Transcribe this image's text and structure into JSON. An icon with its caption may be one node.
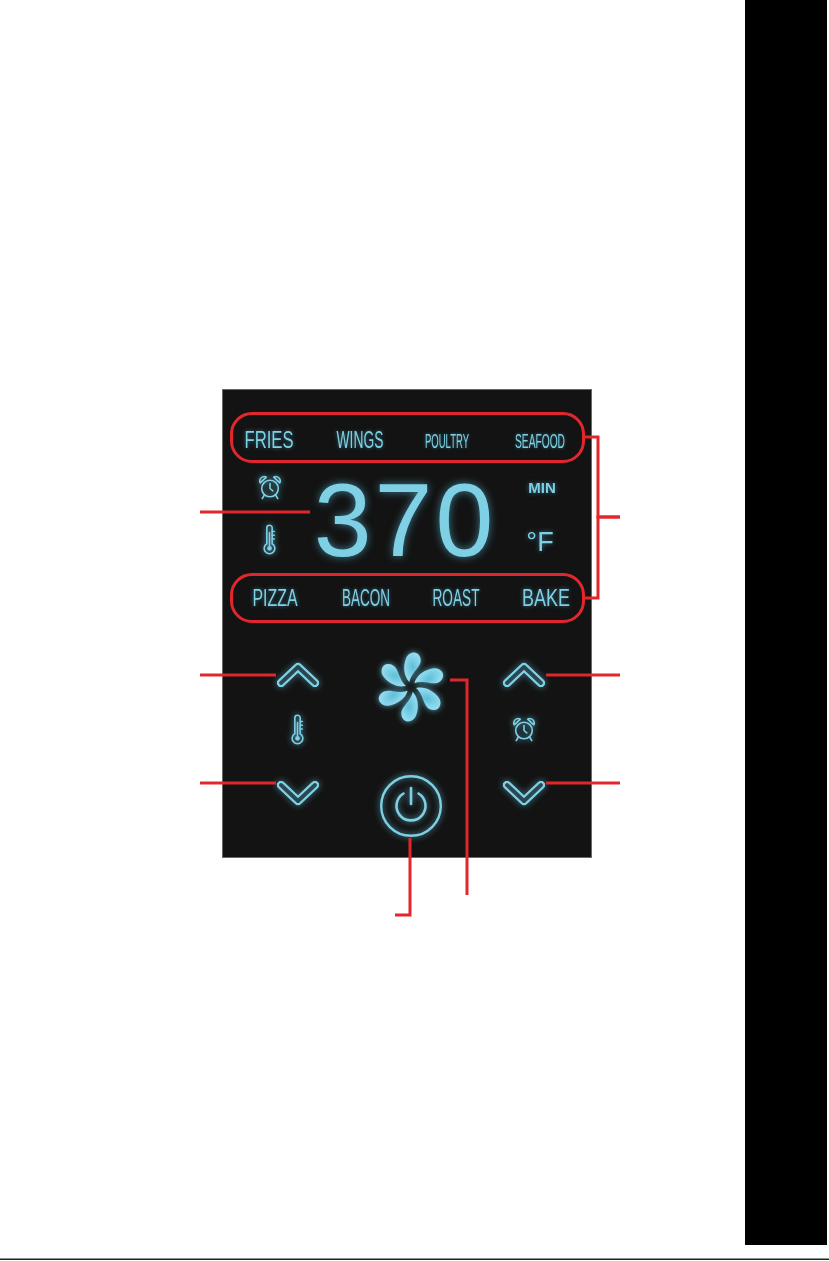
{
  "diagram": {
    "nodes": [
      {
        "text": [],
        "shape": "bar"
      },
      {
        "text": [],
        "shape": "box"
      },
      {
        "text": [
          "FRIES",
          "WINGS",
          "POULTRY",
          "SEAFOOD"
        ],
        "in": 1
      },
      {
        "text": [
          "370"
        ],
        "in": 1
      },
      {
        "text": [
          "PIZZA",
          "BACON",
          "ROAST",
          "BAKE"
        ],
        "in": 1
      },
      {
        "text": [],
        "shape": "chevron",
        "in": 1
      },
      {
        "text": [],
        "shape": "picture",
        "in": 1
      },
      {
        "text": [],
        "shape": "chevron",
        "in": 1
      },
      {
        "text": [],
        "shape": "chevron",
        "in": 1
      },
      {
        "text": [],
        "shape": "circle",
        "in": 1
      },
      {
        "text": [],
        "shape": "chevron",
        "in": 1
      }
    ],
    "edges": [
      {
        "from": null,
        "to": 3,
        "arrow": "none"
      },
      {
        "from": null,
        "to": 2,
        "arrow": "none"
      },
      {
        "from": null,
        "to": 4,
        "arrow": "none"
      },
      {
        "from": null,
        "to": 5,
        "arrow": "none"
      },
      {
        "from": null,
        "to": 7,
        "arrow": "none"
      },
      {
        "from": null,
        "to": 8,
        "arrow": "none"
      },
      {
        "from": null,
        "to": 10,
        "arrow": "none"
      },
      {
        "from": null,
        "to": 6,
        "arrow": "none"
      },
      {
        "from": null,
        "to": 9,
        "arrow": "none"
      }
    ],
    "labels": [
      "MIN",
      "°F"
    ]
  }
}
